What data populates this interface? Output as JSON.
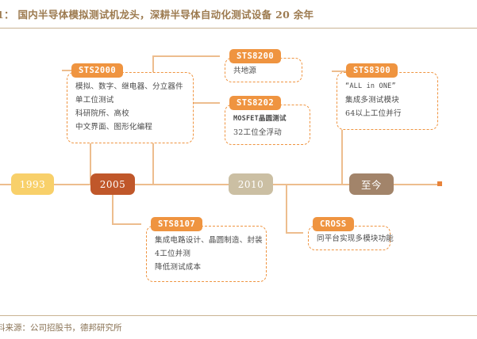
{
  "header": {
    "title": "1： 国内半导体模拟测试机龙头，深耕半导体自动化测试设备 20 余年",
    "source": "料来源：公司招股书，德邦研究所"
  },
  "colors": {
    "node_1993": "#F8D06A",
    "node_2005": "#C0572A",
    "node_2010": "#CBBFA3",
    "node_now": "#A2846A",
    "connector": "#EDBD8E",
    "tab": "#EF9440",
    "arrow": "#E8833A",
    "title_text": "#9C7A4F"
  },
  "timeline": {
    "nodes": [
      {
        "id": "1993",
        "label": "1993"
      },
      {
        "id": "2005",
        "label": "2005"
      },
      {
        "id": "2010",
        "label": "2010"
      },
      {
        "id": "now",
        "label": "至今"
      }
    ]
  },
  "cards": [
    {
      "id": "sts2000",
      "tab": "STS2000",
      "lines": [
        "模拟、数字、继电器、分立器件",
        "单工位测试",
        "科研院所、高校",
        "中文界面、图形化编程"
      ]
    },
    {
      "id": "sts8200",
      "tab": "STS8200",
      "lines": [
        "共地源"
      ]
    },
    {
      "id": "sts8202",
      "tab": "STS8202",
      "lines": [
        "MOSFET晶圆测试",
        "32工位全浮动"
      ]
    },
    {
      "id": "sts8300",
      "tab": "STS8300",
      "lines": [
        "“ALL in ONE”",
        "集成多测试模块",
        "64以上工位并行"
      ]
    },
    {
      "id": "sts8107",
      "tab": "STS8107",
      "lines": [
        "集成电路设计、晶圆制造、封装",
        "4工位并测",
        "降低测试成本"
      ]
    },
    {
      "id": "cross",
      "tab": "CROSS",
      "lines": [
        "同平台实现多模块功能"
      ]
    }
  ]
}
